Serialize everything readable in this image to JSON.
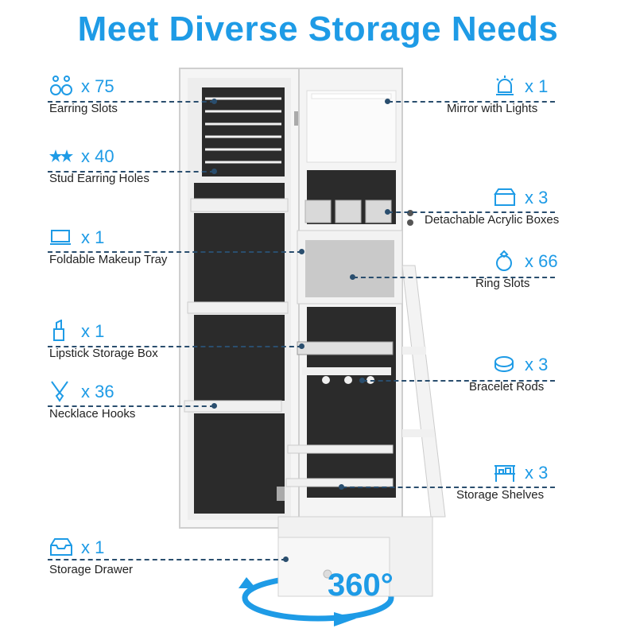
{
  "title": "Meet Diverse Storage Needs",
  "colors": {
    "accent": "#1e9be6",
    "line": "#2a4e6e",
    "cabinet": "#f4f4f4",
    "lining": "#2b2b2b"
  },
  "features_left": [
    {
      "icon": "earring-icon",
      "count": "x 75",
      "label": "Earring Slots"
    },
    {
      "icon": "stud-earring-icon",
      "count": "x 40",
      "label": "Stud Earring Holes"
    },
    {
      "icon": "makeup-tray-icon",
      "count": "x 1",
      "label": "Foldable Makeup Tray"
    },
    {
      "icon": "lipstick-icon",
      "count": "x 1",
      "label": "Lipstick Storage Box"
    },
    {
      "icon": "necklace-icon",
      "count": "x 36",
      "label": "Necklace Hooks"
    },
    {
      "icon": "drawer-icon",
      "count": "x 1",
      "label": "Storage Drawer"
    }
  ],
  "features_right": [
    {
      "icon": "mirror-light-icon",
      "count": "x 1",
      "label": "Mirror with Lights"
    },
    {
      "icon": "acrylic-box-icon",
      "count": "x 3",
      "label": "Detachable Acrylic Boxes"
    },
    {
      "icon": "ring-icon",
      "count": "x 66",
      "label": "Ring Slots"
    },
    {
      "icon": "bracelet-icon",
      "count": "x 3",
      "label": "Bracelet Rods"
    },
    {
      "icon": "shelves-icon",
      "count": "x 3",
      "label": "Storage Shelves"
    }
  ],
  "rotation_label": "360°"
}
